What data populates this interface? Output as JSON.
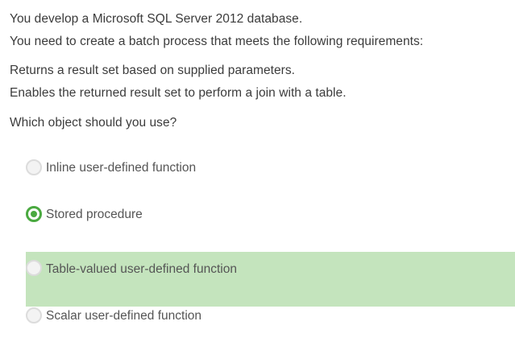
{
  "question": {
    "lines": [
      "You develop a Microsoft SQL Server 2012 database.",
      "You need to create a batch process that meets the following requirements:",
      "Returns a result set based on supplied parameters.",
      "Enables the returned result set to perform a join with a table.",
      "Which object should you use?"
    ]
  },
  "options": [
    {
      "label": "Inline user-defined function",
      "selected": false,
      "highlighted": false
    },
    {
      "label": "Stored procedure",
      "selected": true,
      "highlighted": false
    },
    {
      "label": "Table-valued user-defined function",
      "selected": false,
      "highlighted": true
    },
    {
      "label": "Scalar user-defined function",
      "selected": false,
      "highlighted": false
    }
  ],
  "colors": {
    "selected_radio": "#4aa940",
    "highlight_background": "#c4e4bd",
    "text": "#3b3b3b"
  }
}
